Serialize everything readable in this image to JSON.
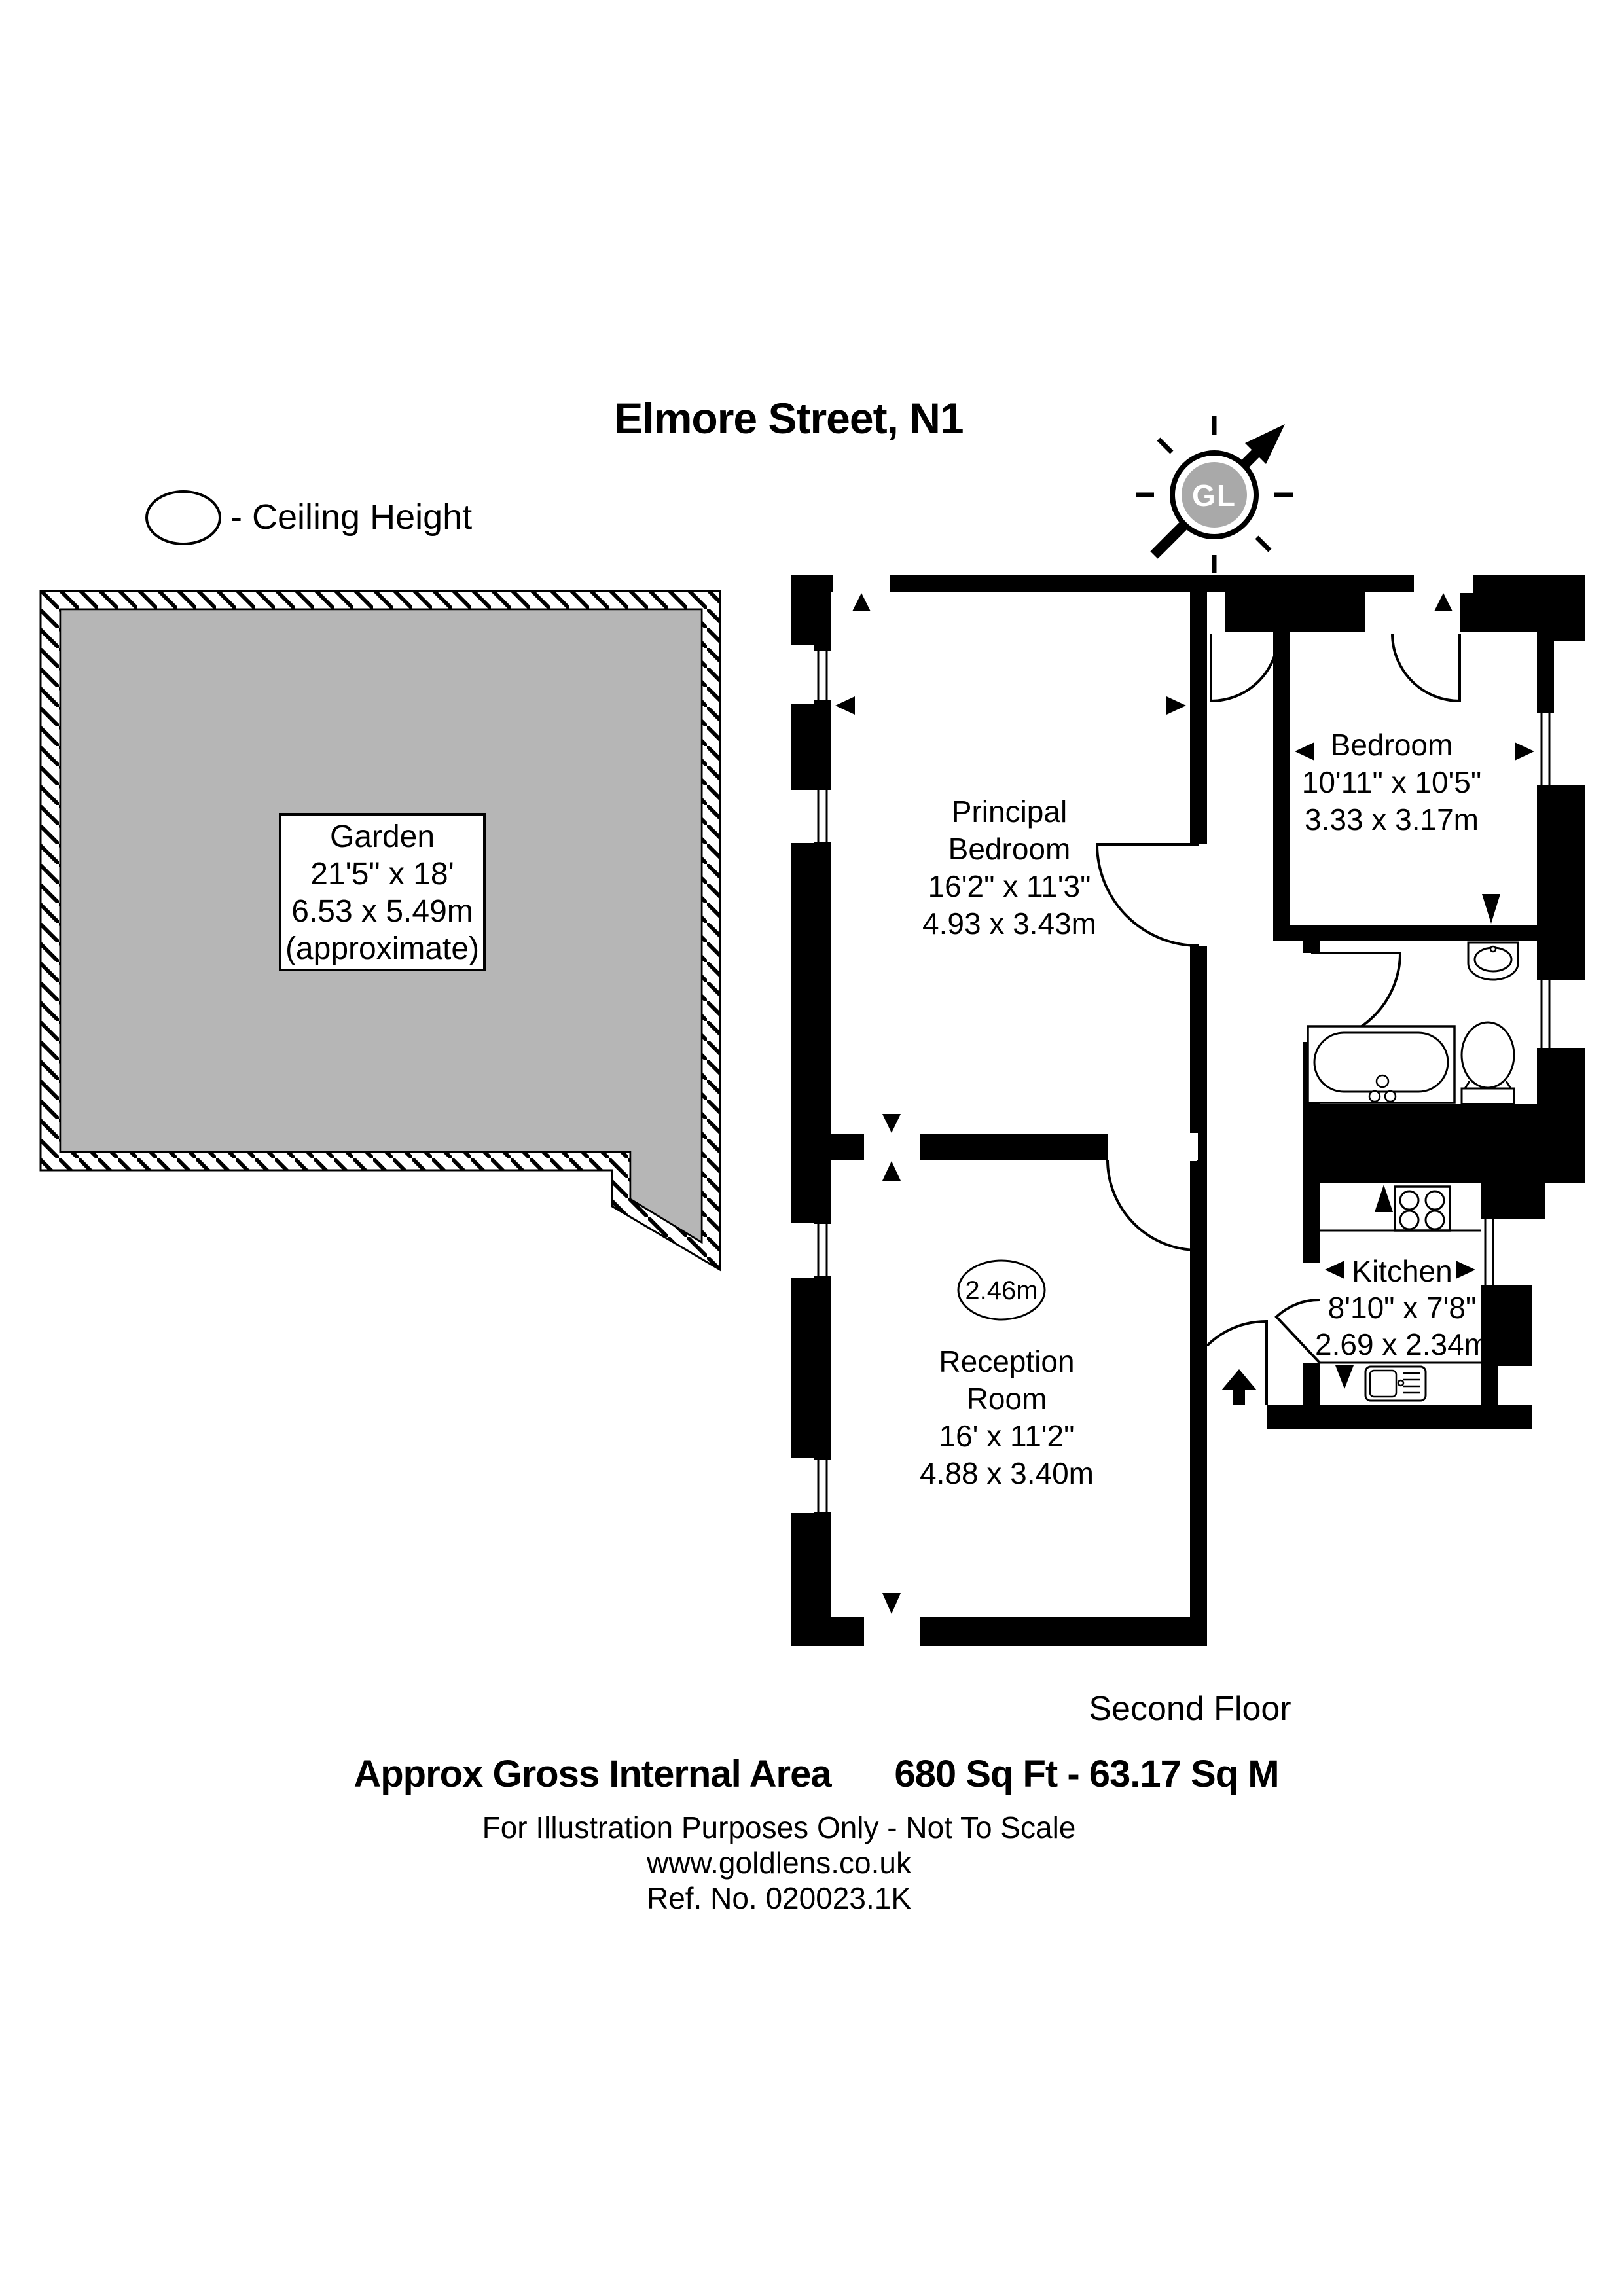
{
  "title": "Elmore Street, N1",
  "legend": {
    "label": "- Ceiling Height"
  },
  "compass": {
    "label": "GL"
  },
  "colors": {
    "garden_fill": "#b6b6b6",
    "wall": "#000000",
    "compass_gray": "#a9a9a9"
  },
  "garden": {
    "name": "Garden",
    "dims_imperial": "21'5\" x 18'",
    "dims_metric": "6.53 x 5.49m",
    "note": "(approximate)"
  },
  "rooms": {
    "principal_bedroom": {
      "name_line1": "Principal",
      "name_line2": "Bedroom",
      "dims_imperial": "16'2\" x 11'3\"",
      "dims_metric": "4.93 x 3.43m"
    },
    "bedroom": {
      "name": "Bedroom",
      "dims_imperial": "10'11\" x 10'5\"",
      "dims_metric": "3.33 x 3.17m"
    },
    "reception": {
      "ceiling_height": "2.46m",
      "name_line1": "Reception",
      "name_line2": "Room",
      "dims_imperial": "16' x 11'2\"",
      "dims_metric": "4.88 x 3.40m"
    },
    "kitchen": {
      "name": "Kitchen",
      "dims_imperial": "8'10\" x 7'8\"",
      "dims_metric": "2.69 x 2.34m"
    }
  },
  "floor_label": "Second Floor",
  "footer": {
    "area_label": "Approx Gross Internal Area",
    "area_value": "680 Sq Ft  -  63.17 Sq M",
    "disclaimer": "For Illustration Purposes Only - Not To Scale",
    "website": "www.goldlens.co.uk",
    "reference": "Ref. No. 020023.1K"
  }
}
